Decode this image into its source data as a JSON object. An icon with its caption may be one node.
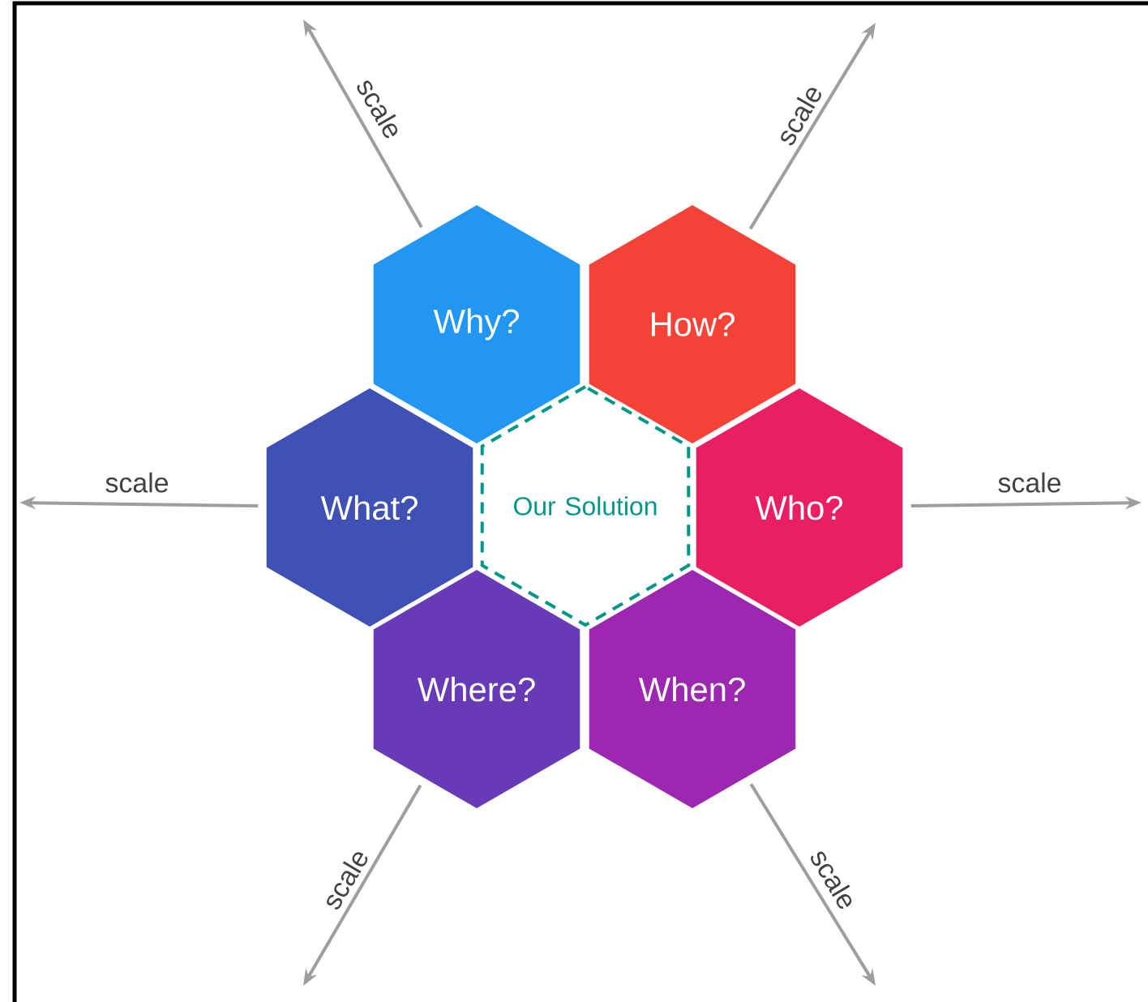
{
  "diagram": {
    "nodes": [
      {
        "text": [
          "Why?"
        ]
      },
      {
        "text": [
          "How?"
        ]
      },
      {
        "text": [
          "What?"
        ]
      },
      {
        "text": [
          "Our Solution"
        ]
      },
      {
        "text": [
          "Who?"
        ]
      },
      {
        "text": [
          "Where?"
        ]
      },
      {
        "text": [
          "When?"
        ]
      }
    ],
    "edges": [
      {
        "from": 0,
        "to": null,
        "arrow": "to",
        "label": "scale"
      },
      {
        "from": 1,
        "to": null,
        "arrow": "to",
        "label": "scale"
      },
      {
        "from": 2,
        "to": null,
        "arrow": "to",
        "label": "scale"
      },
      {
        "from": 4,
        "to": null,
        "arrow": "to",
        "label": "scale"
      },
      {
        "from": 5,
        "to": null,
        "arrow": "to",
        "label": "scale"
      },
      {
        "from": 6,
        "to": null,
        "arrow": "to",
        "label": "scale"
      }
    ]
  }
}
